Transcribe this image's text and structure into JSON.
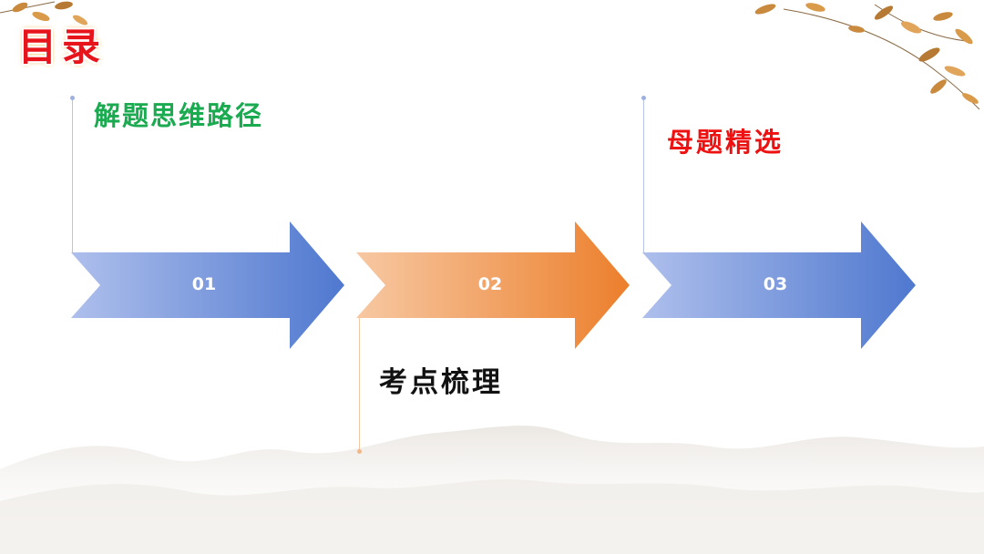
{
  "title": "目录",
  "items": [
    {
      "number": "01",
      "label": "解题思维路径",
      "label_color": "#1aaa4f",
      "arrow_color": "#5b84d6"
    },
    {
      "number": "02",
      "label": "考点梳理",
      "label_color": "#111111",
      "arrow_color": "#ee8a3a"
    },
    {
      "number": "03",
      "label": "母题精选",
      "label_color": "#ee1111",
      "arrow_color": "#5b84d6"
    }
  ],
  "colors": {
    "title": "#e8141b",
    "title_glow": "#f5a623",
    "leaf": "#c98a3e"
  },
  "icons": [
    "autumn-leaves-decoration",
    "ink-mountains-decoration"
  ]
}
